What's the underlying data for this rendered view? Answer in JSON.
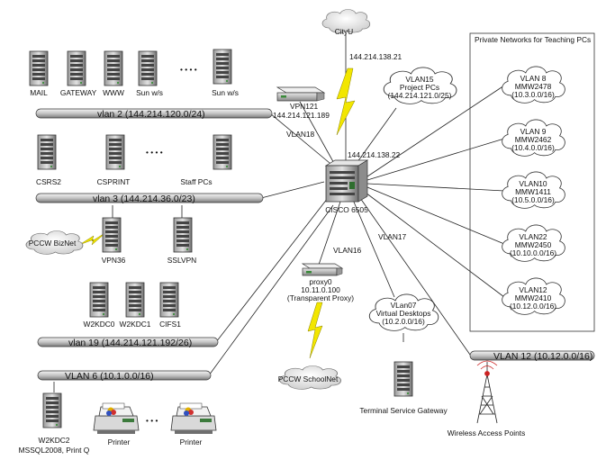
{
  "buses": {
    "vlan2": "vlan 2 (144.214.120.0/24)",
    "vlan3": "vlan 3 (144.214.36.0/23)",
    "vlan19": "vlan 19 (144.214.121.192/26)",
    "vlan6": "VLAN 6 (10.1.0.0/16)",
    "vlan12": "VLAN 12 (10.12.0.0/16)"
  },
  "servers": {
    "mail": "MAIL",
    "gateway": "GATEWAY",
    "www": "WWW",
    "sun1": "Sun w/s",
    "sun2": "Sun w/s",
    "csrs2": "CSRS2",
    "csprint": "CSPRINT",
    "staff": "Staff PCs",
    "vpn36": "VPN36",
    "sslvpn": "SSLVPN",
    "w2kdc0": "W2KDC0",
    "w2kdc1": "W2KDC1",
    "cifs1": "CIFS1",
    "w2kdc2_1": "W2KDC2",
    "w2kdc2_2": "MSSQL2008, Print Q",
    "tsg": "Terminal Service Gateway"
  },
  "printers": [
    "Printer",
    "Printer"
  ],
  "clouds": {
    "cityu": "CityU",
    "biznet": "PCCW BizNet",
    "schoolnet": "PCCW SchoolNet",
    "vlan15": [
      "VLAN15",
      "Project PCs",
      "(144.214.121.0/25)"
    ],
    "vlan07": [
      "VLan07",
      "Virtual Desktops",
      "(10.2.0.0/16)"
    ],
    "vlan8": [
      "VLAN 8",
      "MMW2478",
      "(10.3.0.0/16)"
    ],
    "vlan9": [
      "VLAN 9",
      "MMW2462",
      "(10.4.0.0/16)"
    ],
    "vlan10": [
      "VLAN10",
      "MMW1411",
      "(10.5.0.0/16)"
    ],
    "vlan22": [
      "VLAN22",
      "MMW2450",
      "(10.10.0.0/16)"
    ],
    "vlan12c": [
      "VLAN12",
      "MMW2410",
      "(10.12.0.0/16)"
    ]
  },
  "devices": {
    "vpn121": [
      "VPN121",
      "144.214.121.189"
    ],
    "proxy0": [
      "proxy0",
      "10.11.0.100",
      "(Transparent Proxy)"
    ],
    "cisco": "CISCO 6505"
  },
  "links": {
    "cityu_ip": "144.214.138.21",
    "cisco_ip": "144.214.138.22",
    "vlan18": "VLAN18",
    "vlan16": "VLAN16",
    "vlan17": "VLAN17"
  },
  "box_title": "Private Networks for Teaching PCs",
  "wap": "Wireless Access Points",
  "ellipsis": "• • • •"
}
